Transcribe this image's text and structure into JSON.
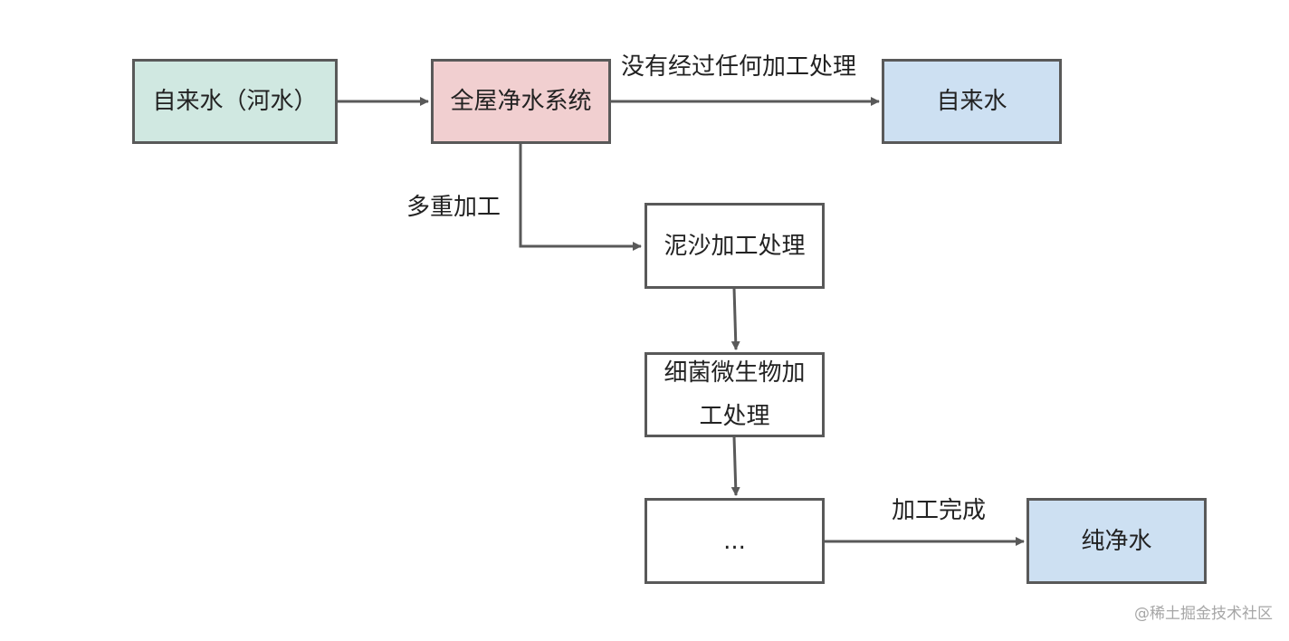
{
  "colors": {
    "stroke": "#595959",
    "source_fill": "#d0e8e1",
    "system_fill": "#f1cfd0",
    "output_fill": "#cde0f2",
    "step_fill": "#ffffff"
  },
  "nodes": {
    "source": "自来水（河水）",
    "system": "全屋净水系统",
    "tap_output": "自来水",
    "sediment": "泥沙加工处理",
    "bacteria_line1": "细菌微生物加",
    "bacteria_line2": "工处理",
    "more": "...",
    "pure_output": "纯净水"
  },
  "edges": {
    "unprocessed": "没有经过任何加工处理",
    "multi": "多重加工",
    "done": "加工完成"
  },
  "watermark": "@稀土掘金技术社区"
}
